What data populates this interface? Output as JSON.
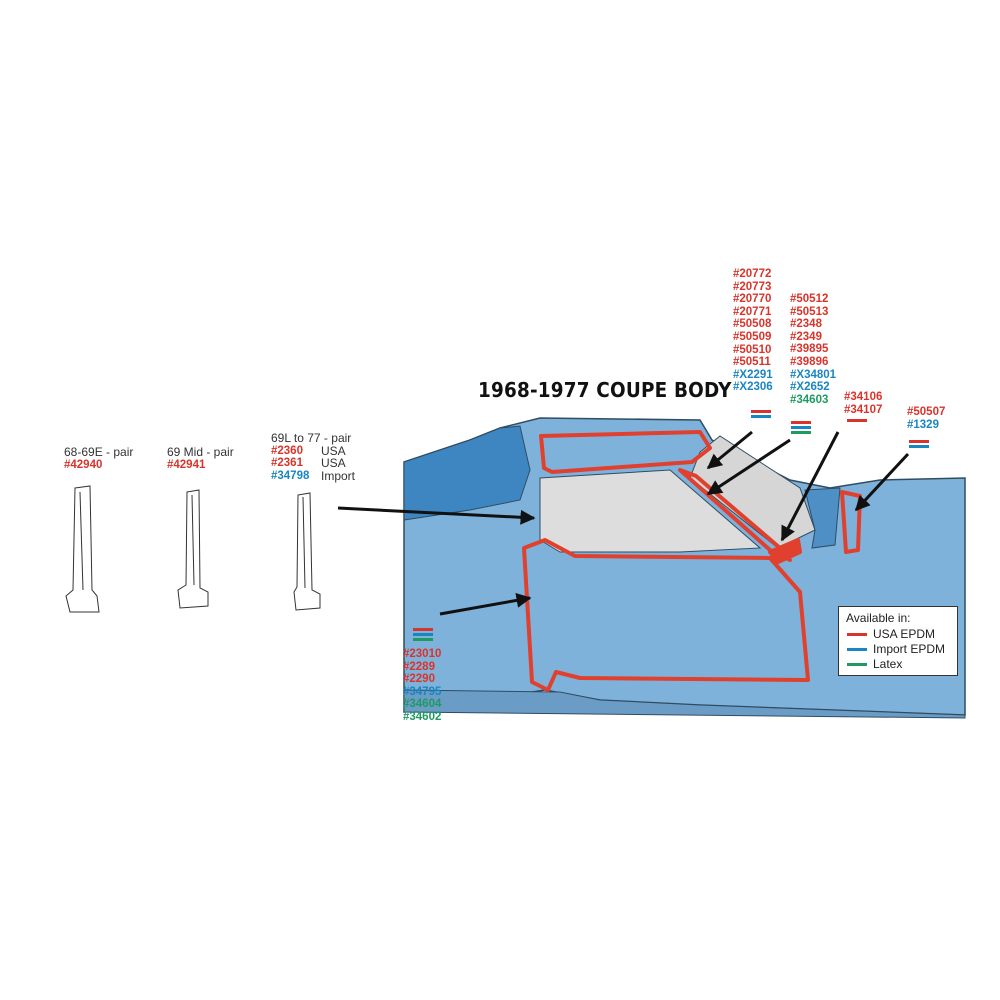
{
  "title": "1968-1977 COUPE BODY",
  "colors": {
    "usa": "#d9342b",
    "import": "#1a86c1",
    "latex": "#1e9a62",
    "body": "#7fb2da",
    "seal": "#e0402e"
  },
  "pillars": [
    {
      "label": "68-69E - pair",
      "parts": [
        {
          "num": "#42940",
          "color": "usa"
        }
      ]
    },
    {
      "label": "69 Mid - pair",
      "parts": [
        {
          "num": "#42941",
          "color": "usa"
        }
      ]
    },
    {
      "label": "69L to 77 - pair",
      "parts": [
        {
          "num": "#2360",
          "note": "USA",
          "color": "usa"
        },
        {
          "num": "#2361",
          "note": "USA",
          "color": "usa"
        },
        {
          "num": "#34798",
          "note": "Import",
          "color": "import"
        }
      ]
    }
  ],
  "groups": {
    "door": [
      {
        "num": "#23010",
        "color": "usa"
      },
      {
        "num": "#2289",
        "color": "usa"
      },
      {
        "num": "#2290",
        "color": "usa"
      },
      {
        "num": "#34795",
        "color": "import"
      },
      {
        "num": "#34604",
        "color": "latex"
      },
      {
        "num": "#34602",
        "color": "latex"
      }
    ],
    "roof": [
      {
        "num": "#20772",
        "color": "usa"
      },
      {
        "num": "#20773",
        "color": "usa"
      },
      {
        "num": "#20770",
        "color": "usa"
      },
      {
        "num": "#20771",
        "color": "usa"
      },
      {
        "num": "#50508",
        "color": "usa"
      },
      {
        "num": "#50509",
        "color": "usa"
      },
      {
        "num": "#50510",
        "color": "usa"
      },
      {
        "num": "#50511",
        "color": "usa"
      },
      {
        "num": "#X2291",
        "color": "import"
      },
      {
        "num": "#X2306",
        "color": "import"
      }
    ],
    "windshield": [
      {
        "num": "#50512",
        "color": "usa"
      },
      {
        "num": "#50513",
        "color": "usa"
      },
      {
        "num": "#2348",
        "color": "usa"
      },
      {
        "num": "#2349",
        "color": "usa"
      },
      {
        "num": "#39895",
        "color": "usa"
      },
      {
        "num": "#39896",
        "color": "usa"
      },
      {
        "num": "#X34801",
        "color": "import"
      },
      {
        "num": "#X2652",
        "color": "import"
      },
      {
        "num": "#34603",
        "color": "latex"
      }
    ],
    "corner": [
      {
        "num": "#34106",
        "color": "usa"
      },
      {
        "num": "#34107",
        "color": "usa"
      }
    ],
    "rear": [
      {
        "num": "#50507",
        "color": "usa"
      },
      {
        "num": "#1329",
        "color": "import"
      }
    ]
  },
  "legend": {
    "heading": "Available in:",
    "items": [
      {
        "label": "USA EPDM",
        "color": "usa"
      },
      {
        "label": "Import EPDM",
        "color": "import"
      },
      {
        "label": "Latex",
        "color": "latex"
      }
    ]
  }
}
